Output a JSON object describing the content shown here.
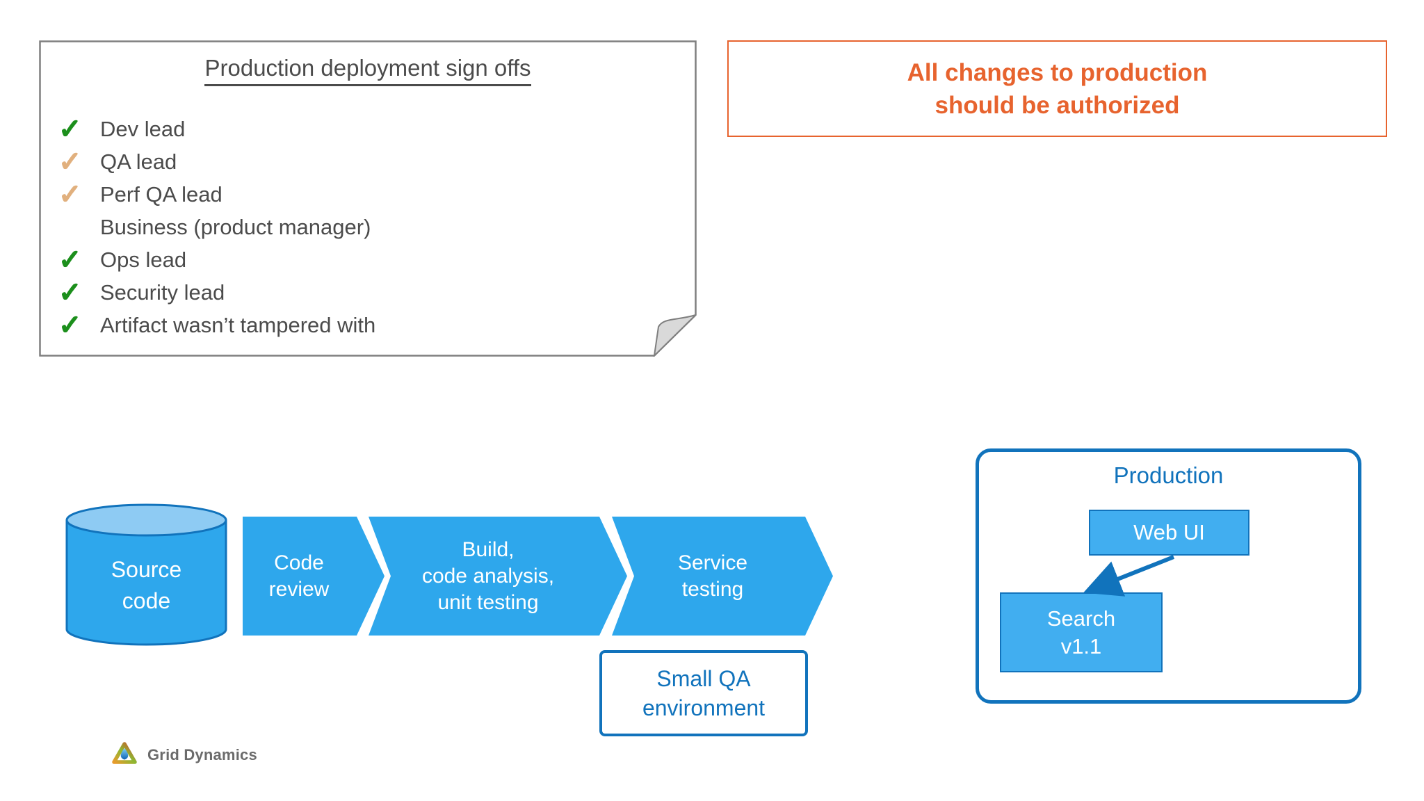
{
  "signoff": {
    "title": "Production deployment sign offs",
    "items": [
      {
        "label": "Dev lead",
        "check": "green"
      },
      {
        "label": "QA lead",
        "check": "tan"
      },
      {
        "label": "Perf QA lead",
        "check": "tan"
      },
      {
        "label": "Business (product manager)",
        "check": "none"
      },
      {
        "label": "Ops lead",
        "check": "green"
      },
      {
        "label": "Security lead",
        "check": "green"
      },
      {
        "label": "Artifact wasn’t tampered with",
        "check": "green"
      }
    ]
  },
  "callout": {
    "text": "All changes to production\nshould be authorized"
  },
  "pipeline": {
    "source": "Source\ncode",
    "stages": [
      "Code\nreview",
      "Build,\ncode analysis,\nunit testing",
      "Service\ntesting"
    ],
    "qa_env": "Small QA\nenvironment"
  },
  "production": {
    "title": "Production",
    "web_ui": "Web UI",
    "search": "Search\nv1.1"
  },
  "logo": {
    "text": "Grid Dynamics"
  },
  "colors": {
    "accent-blue": "#2EA7EC",
    "prod-fill": "#41AEF0",
    "cyl-top": "#8ECBF3",
    "dark-blue": "#1173BC",
    "orange": "#E7632E",
    "green": "#1C8F1C",
    "tan": "#E1B07E",
    "text-gray": "#4B4B4B",
    "border-gray": "#7F7F7F",
    "fold-gray": "#D9D9D9",
    "logo-text": "#6B6B6B"
  }
}
